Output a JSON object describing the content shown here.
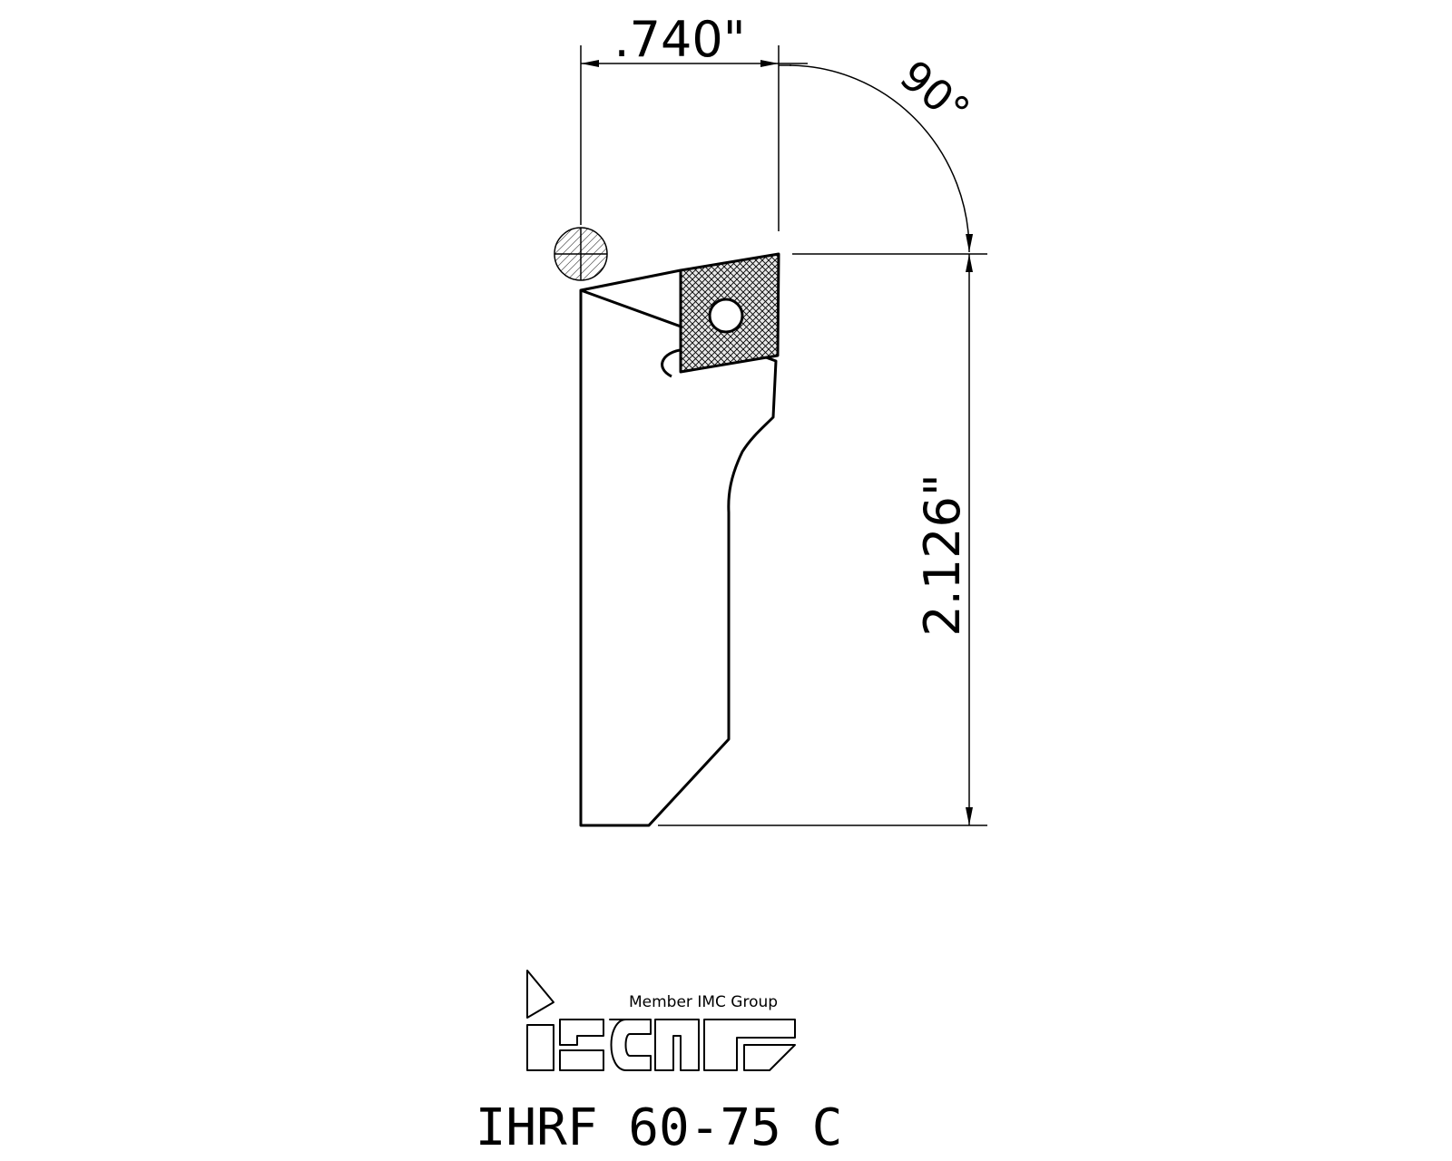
{
  "dimensions": {
    "width_label": ".740\"",
    "height_label": "2.126\"",
    "angle_label": "90°"
  },
  "logo": {
    "tagline": "Member IMC Group",
    "wordmark": "iscar"
  },
  "model_code": "IHRF 60-75 C",
  "colors": {
    "line": "#000000",
    "background": "#ffffff"
  }
}
